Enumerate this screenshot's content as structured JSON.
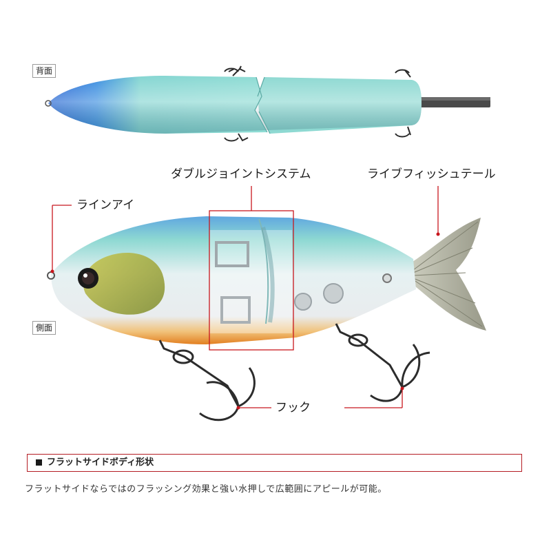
{
  "views": {
    "top_label": "背面",
    "side_label": "側面"
  },
  "callouts": {
    "double_joint": "ダブルジョイントシステム",
    "live_fish_tail": "ライブフィッシュテール",
    "line_eye": "ラインアイ",
    "hook": "フック"
  },
  "section": {
    "heading": "フラットサイドボディ形状",
    "description": "フラットサイドならではのフラッシング効果と強い水押しで広範囲にアピールが可能。"
  },
  "colors": {
    "accent_red": "#c8161d",
    "body_mint": "#8fd8d0",
    "back_blue": "#2f6fd8",
    "belly_orange": "#e38a2a",
    "head_chartreuse": "#a9a93a"
  }
}
